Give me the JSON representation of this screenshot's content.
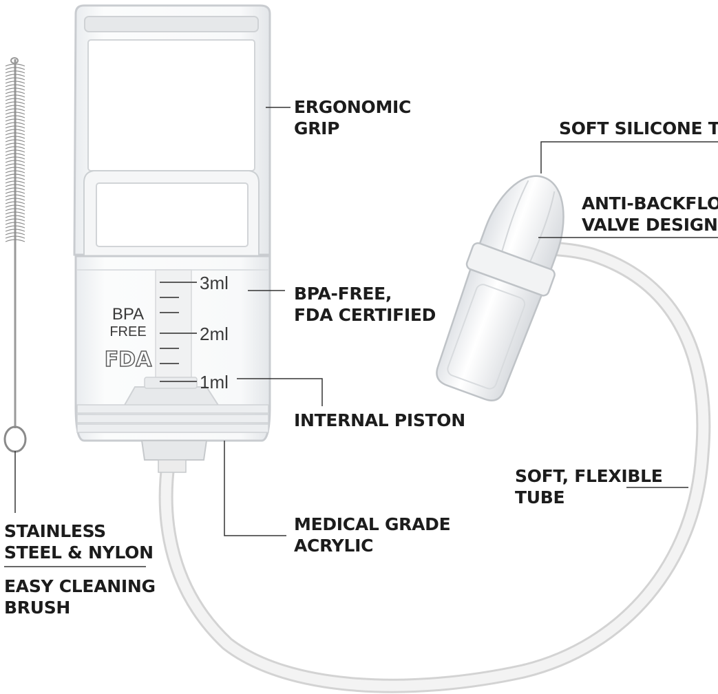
{
  "device": {
    "scale_marks": [
      "3ml",
      "2ml",
      "1ml"
    ],
    "badge_line1": "BPA",
    "badge_line2": "FREE",
    "badge_logo": "FDA"
  },
  "labels": {
    "ergonomic_grip": [
      "ERGONOMIC",
      "GRIP"
    ],
    "soft_silicone_tip": [
      "SOFT SILICONE TIP"
    ],
    "anti_backflow": [
      "ANTI-BACKFLOW",
      "VALVE DESIGN"
    ],
    "bpa_free": [
      "BPA-FREE,",
      "FDA CERTIFIED"
    ],
    "internal_piston": [
      "INTERNAL PISTON"
    ],
    "flexible_tube": [
      "SOFT, FLEXIBLE",
      "TUBE"
    ],
    "medical_grade": [
      "MEDICAL GRADE",
      "ACRYLIC"
    ],
    "stainless": [
      "STAINLESS",
      "STEEL & NYLON"
    ],
    "cleaning_brush": [
      "EASY CLEANING",
      "BRUSH"
    ]
  },
  "colors": {
    "label_text": "#1c1c1c",
    "leader_line": "#333333",
    "acrylic_outline": "#c9ccd0",
    "tube": "#e8e8e8"
  }
}
